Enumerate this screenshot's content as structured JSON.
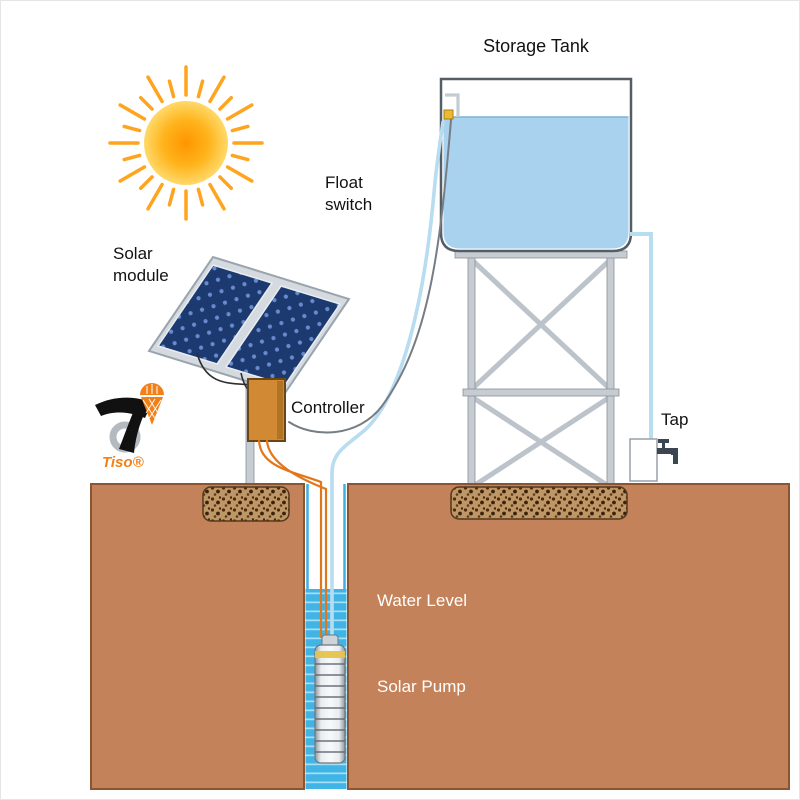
{
  "diagram": {
    "type": "solar-water-pumping-system",
    "labels": {
      "storage_tank": "Storage Tank",
      "float_switch": "Float switch",
      "solar_module": "Solar module",
      "controller": "Controller",
      "tap": "Tap",
      "water_level": "Water Level",
      "solar_pump": "Solar Pump"
    },
    "brand": {
      "name": "Tiso®"
    },
    "icons": {
      "sun-icon": "sun with radiating rays",
      "solar-panel-icon": "tilted two-panel solar array",
      "faucet-icon": "water tap",
      "pump-icon": "submersible borehole pump",
      "tiso-logo": "black swoosh with orange cone mark"
    },
    "colors": {
      "ground": "#c4825a",
      "ground_border": "#8a5530",
      "tank_water": "#a9d2ee",
      "well_water": "#41b4e6",
      "pipe": "#b8dcf0",
      "wire_orange": "#e2761b",
      "controller_box": "#d18a33",
      "sun": "#ffb41c",
      "panel": "#1d3a70",
      "brand_orange": "#f28018"
    }
  }
}
